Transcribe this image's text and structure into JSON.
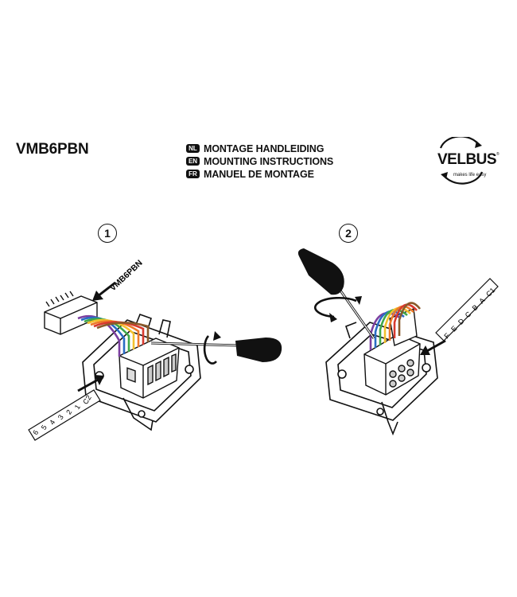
{
  "header": {
    "model": "VMB6PBN",
    "languages": [
      {
        "code": "NL",
        "title": "MONTAGE HANDLEIDING"
      },
      {
        "code": "EN",
        "title": "MOUNTING INSTRUCTIONS"
      },
      {
        "code": "FR",
        "title": "MANUEL DE MONTAGE"
      }
    ]
  },
  "logo": {
    "word": "VELBUS",
    "tagline": "makes life easy",
    "registered": "®"
  },
  "steps": [
    {
      "number": "1",
      "device_label": "VMB6PBN",
      "ruler_labels": [
        "6",
        "5",
        "4",
        "3",
        "2",
        "1",
        "C2"
      ]
    },
    {
      "number": "2",
      "ruler_labels": [
        "F",
        "E",
        "D",
        "C",
        "B",
        "A",
        "C1"
      ]
    }
  ],
  "wire_colors": [
    "#7b3fa0",
    "#2a6cc4",
    "#3ea84a",
    "#f2c12e",
    "#ee7a2a",
    "#d83a2e",
    "#8a5a2b"
  ]
}
